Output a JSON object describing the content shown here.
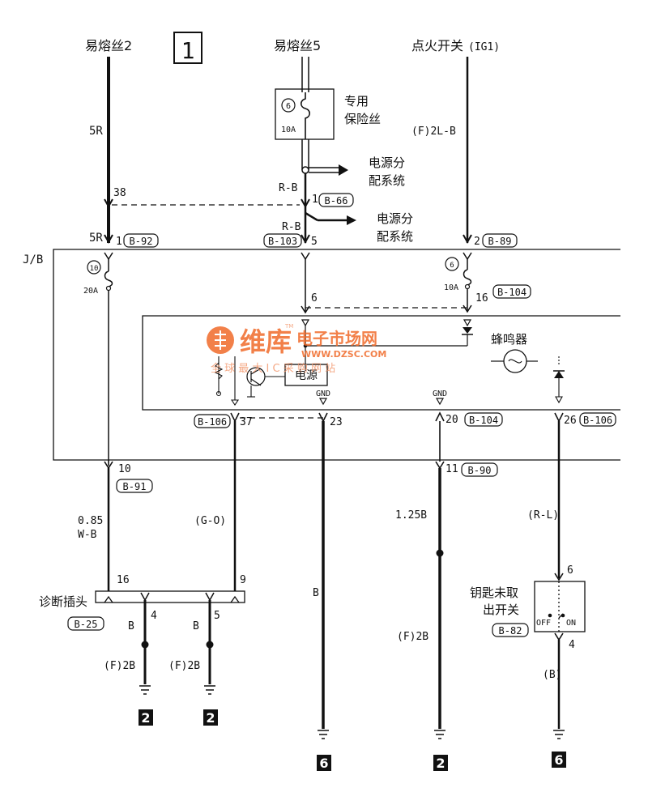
{
  "page_marker": "1",
  "top_sources": {
    "fuse2": "易熔丝2",
    "fuse5": "易熔丝5",
    "ignition": "点火开关",
    "ignition_code": "(IG1)"
  },
  "dedicated_fuse": {
    "label_line1": "专用",
    "label_line2": "保险丝",
    "number": "6",
    "rating": "10A"
  },
  "power_dist": {
    "line1": "电源分",
    "line2": "配系统"
  },
  "wire_labels": {
    "w1_top": "5R",
    "w1_mid": "5R",
    "w2_top": "R-B",
    "w2_mid": "R-B",
    "w3_top": "(F)2L-B",
    "w_diag_size": "0.85",
    "w_diag_color": "W-B",
    "w_go": "(G-O)",
    "w_b": "B",
    "w_125b": "1.25B",
    "w_rl": "(R-L)",
    "w_b_paren": "(B)",
    "w_f2b_1": "(F)2B",
    "w_f2b_2": "(F)2B",
    "w_f2b_3": "(F)2B",
    "w_b_4": "B",
    "w_b_5": "B"
  },
  "pins": {
    "p38": "38",
    "p1_b66": "1",
    "p1_b92": "1",
    "p5": "5",
    "p2": "2",
    "p6": "6",
    "p16_b104": "16",
    "p37": "37",
    "p23": "23",
    "p20": "20",
    "p26": "26",
    "p10": "10",
    "p11": "11",
    "p16_diag": "16",
    "p9": "9",
    "p4": "4",
    "p5_diag": "5",
    "p6_key": "6",
    "p4_key": "4"
  },
  "connectors": {
    "b66": "B-66",
    "b92": "B-92",
    "b103": "B-103",
    "b89": "B-89",
    "b104_a": "B-104",
    "b104_b": "B-104",
    "b106_a": "B-106",
    "b106_b": "B-106",
    "b91": "B-91",
    "b90": "B-90",
    "b25": "B-25",
    "b82": "B-82"
  },
  "jb": {
    "label": "J/B",
    "fuse10_num": "10",
    "fuse10_rating": "20A",
    "fuse6_num": "6",
    "fuse6_rating": "10A"
  },
  "module": {
    "buzzer_label": "蜂鸣器",
    "power_box": "电源",
    "gnd1": "GND",
    "gnd2": "GND"
  },
  "diag_connector": {
    "label": "诊断插头"
  },
  "key_switch": {
    "line1": "钥匙未取",
    "line2": "出开关",
    "off": "OFF",
    "on": "ON"
  },
  "ground_refs": [
    "2",
    "2",
    "6",
    "2",
    "6"
  ],
  "watermark": {
    "brand": "维库",
    "cn_name": "电子市场网",
    "url": "WWW.DZSC.COM",
    "slogan": "全 球 最 大 I C 采 购 网 站",
    "tm": "TM"
  }
}
